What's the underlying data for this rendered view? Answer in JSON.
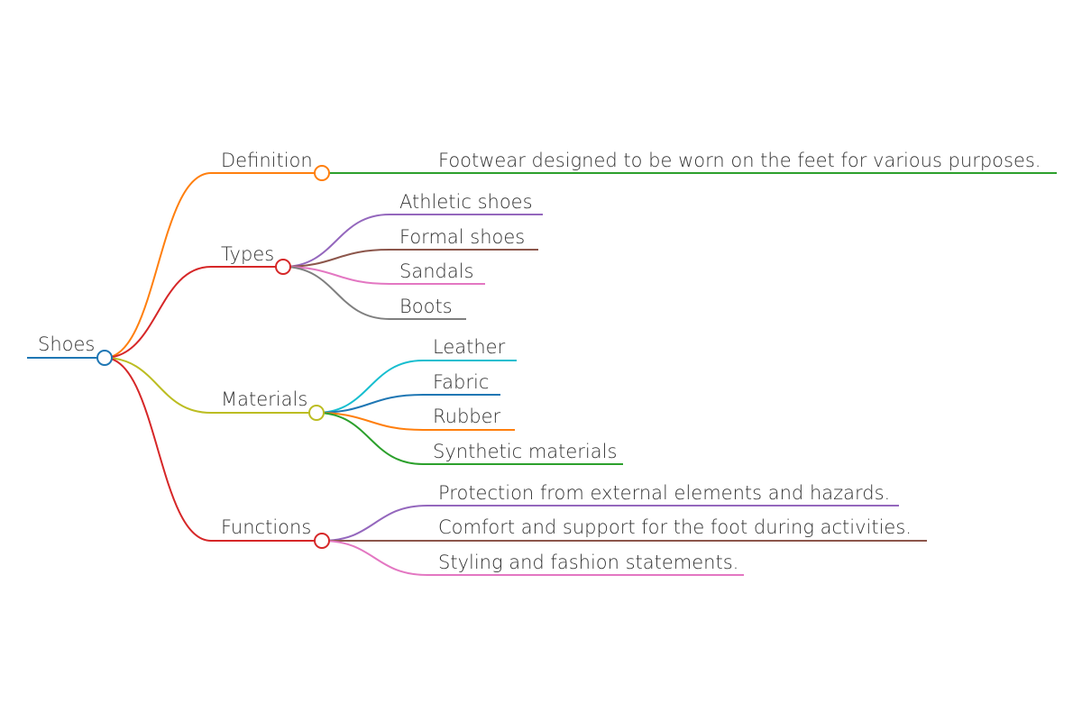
{
  "mindmap": {
    "root": {
      "label": "Shoes",
      "color": "#1f77b4"
    },
    "branches": [
      {
        "label": "Definition",
        "color": "#ff7f0e",
        "children": [
          {
            "label": "Footwear designed to be worn on the feet for various purposes.",
            "color": "#2ca02c"
          }
        ]
      },
      {
        "label": "Types",
        "color": "#d62728",
        "children": [
          {
            "label": "Athletic shoes",
            "color": "#9467bd"
          },
          {
            "label": "Formal shoes",
            "color": "#8c564b"
          },
          {
            "label": "Sandals",
            "color": "#e377c2"
          },
          {
            "label": "Boots",
            "color": "#7f7f7f"
          }
        ]
      },
      {
        "label": "Materials",
        "color": "#bcbd22",
        "children": [
          {
            "label": "Leather",
            "color": "#17becf"
          },
          {
            "label": "Fabric",
            "color": "#1f77b4"
          },
          {
            "label": "Rubber",
            "color": "#ff7f0e"
          },
          {
            "label": "Synthetic materials",
            "color": "#2ca02c"
          }
        ]
      },
      {
        "label": "Functions",
        "color": "#d62728",
        "children": [
          {
            "label": "Protection from external elements and hazards.",
            "color": "#9467bd"
          },
          {
            "label": "Comfort and support for the foot during activities.",
            "color": "#8c564b"
          },
          {
            "label": "Styling and fashion statements.",
            "color": "#e377c2"
          }
        ]
      }
    ]
  }
}
